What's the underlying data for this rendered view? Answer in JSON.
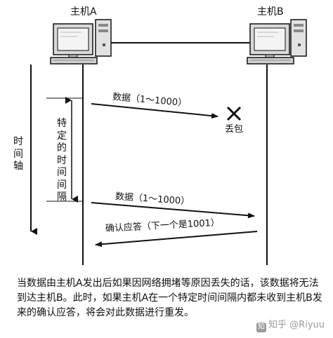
{
  "host_a": {
    "label": "主机A"
  },
  "host_b": {
    "label": "主机B"
  },
  "time_axis": {
    "label": "时间轴"
  },
  "interval": {
    "label": "特定的时间间隔"
  },
  "message_1": {
    "label": "数据（1～1000）"
  },
  "loss": {
    "label": "丢包"
  },
  "message_2": {
    "label": "数据（1～1000）"
  },
  "ack": {
    "label": "确认应答（下一个是1001）"
  },
  "caption": {
    "text": "当数据由主机A发出后如果因网络拥堵等原因丢失的话，该数据将无法到达主机B。此时，如果主机A在一个特定时间间隔内都未收到主机B发来的确认应答，将会对此数据进行重发。"
  },
  "watermark": {
    "text": "知乎 @Riyuu",
    "icon": "zhihu-logo-icon"
  }
}
